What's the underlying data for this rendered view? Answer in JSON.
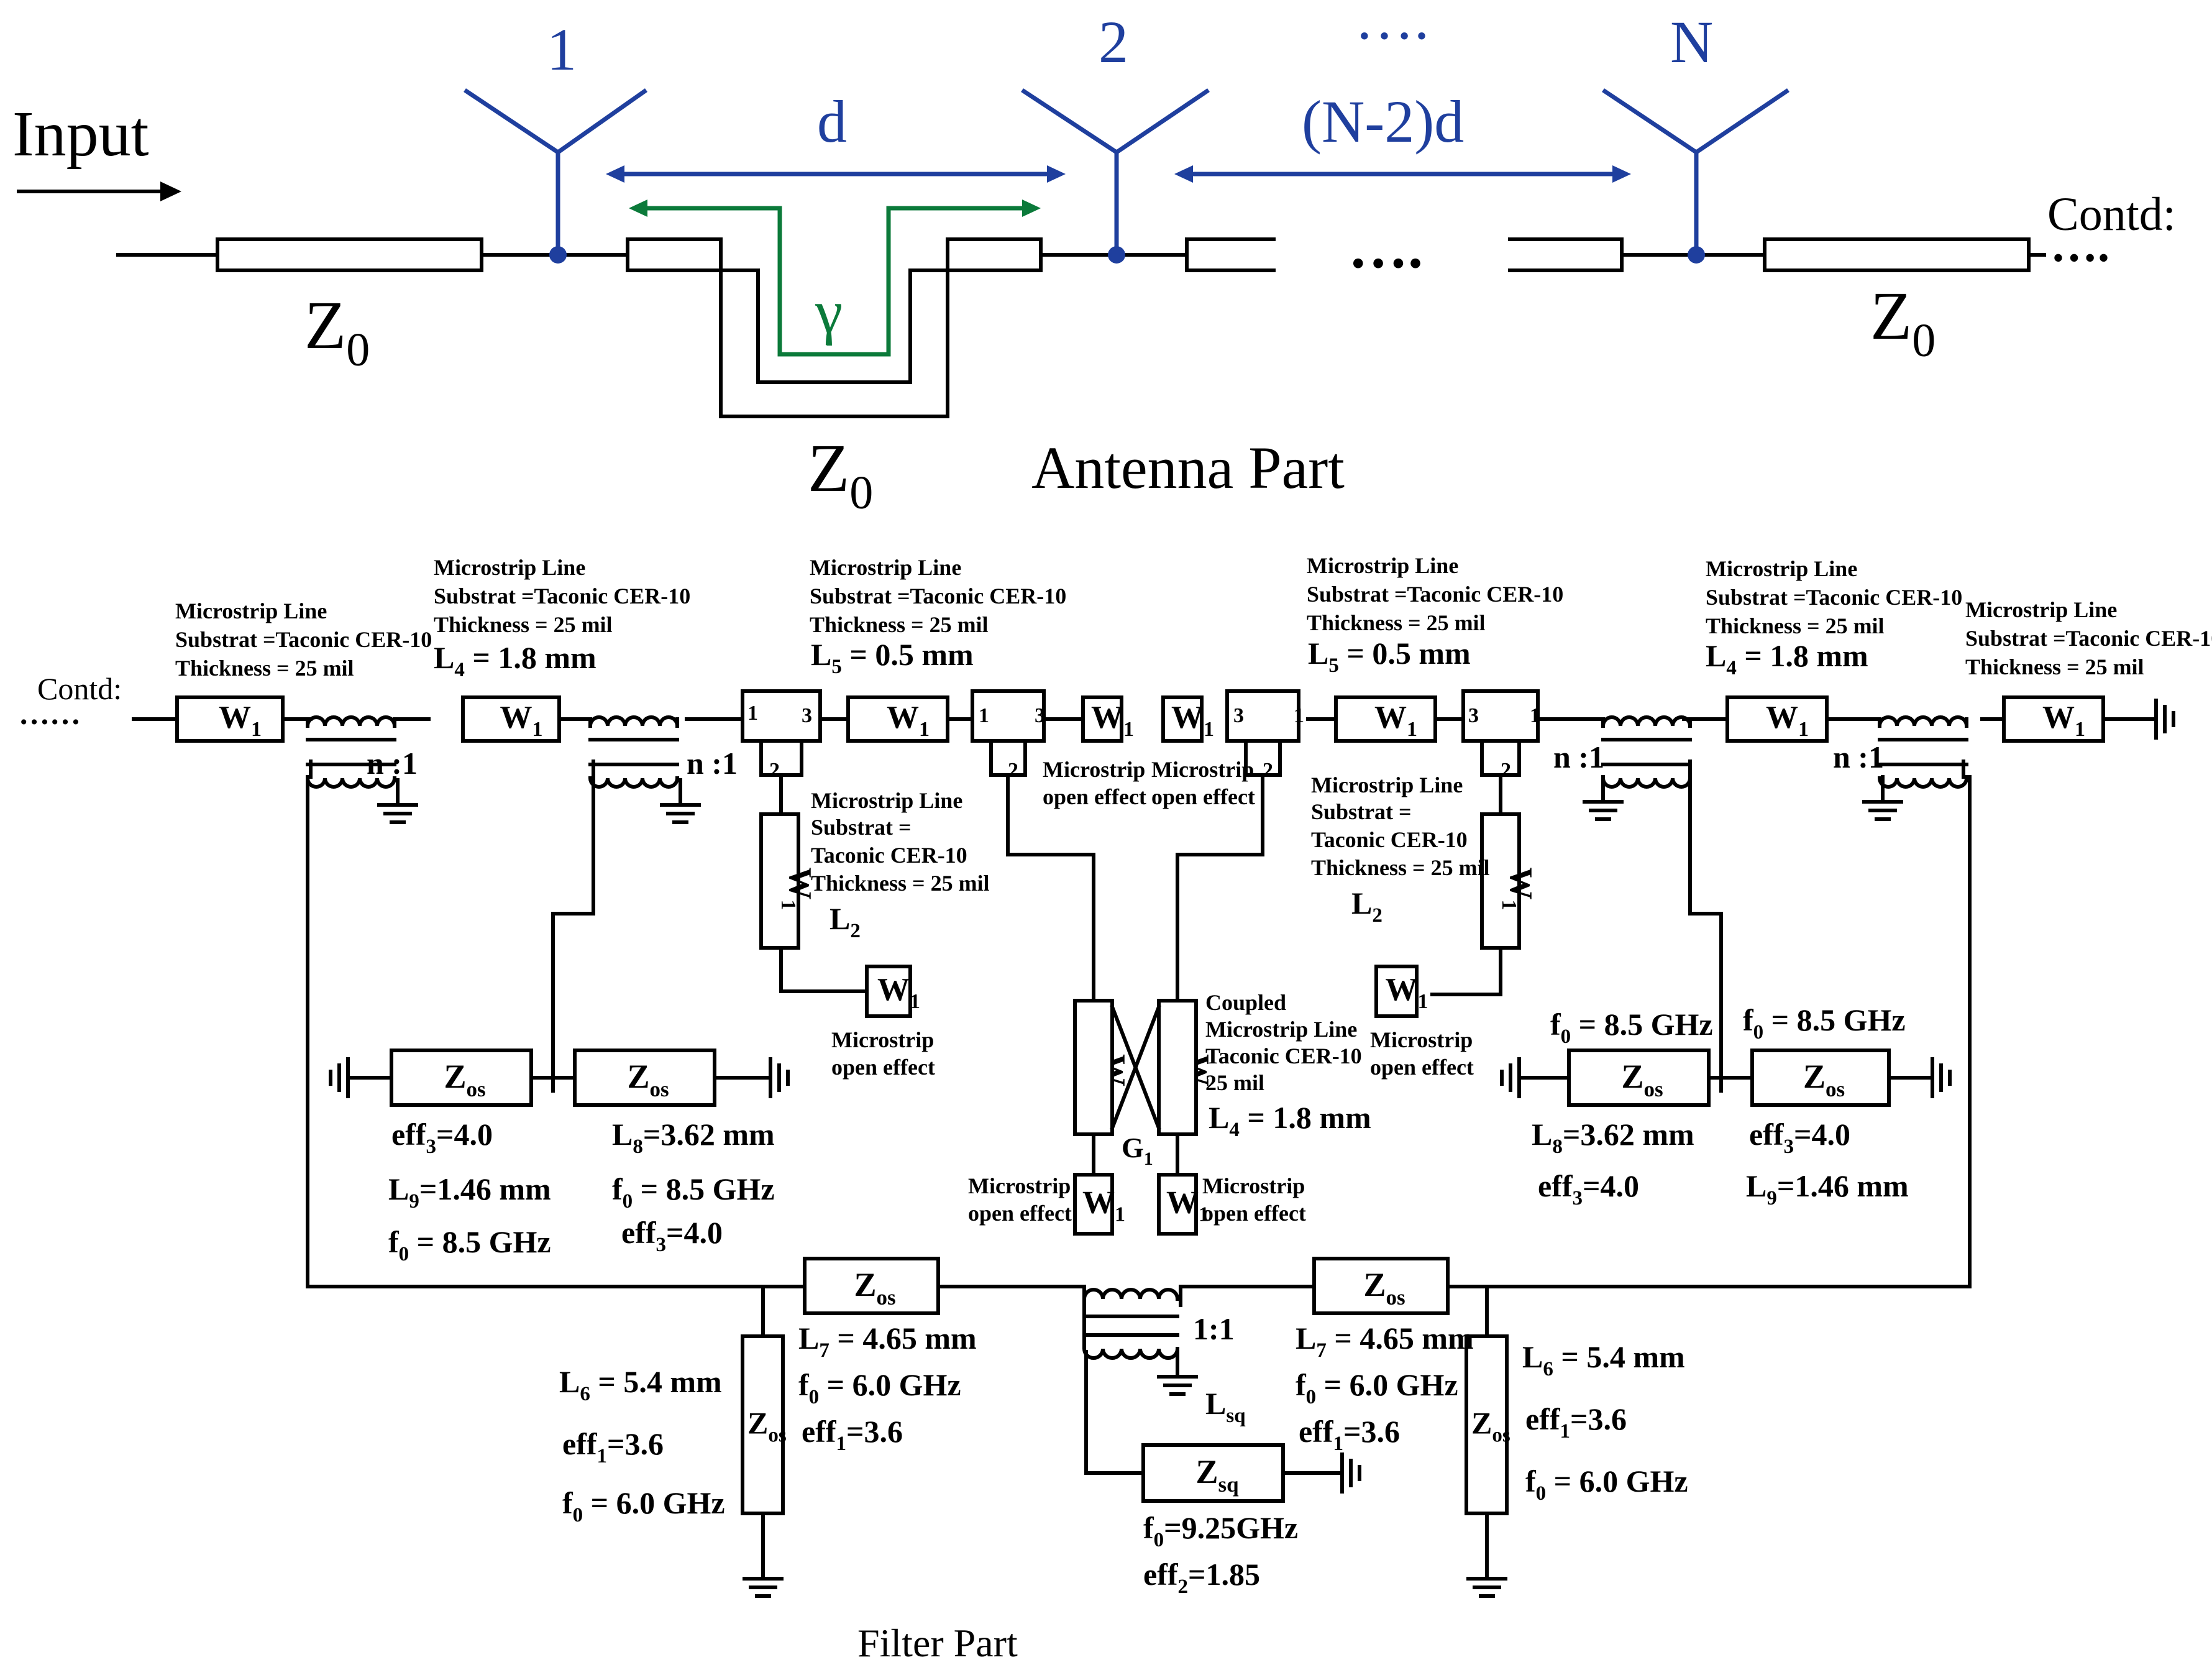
{
  "colors": {
    "line": "#000000",
    "antenna": "#1f3f9e",
    "gamma": "#0b7a3a"
  },
  "antenna_part": {
    "input_label": "Input",
    "antenna_labels": [
      "1",
      "2",
      "N"
    ],
    "ellipsis": "….",
    "spacing_d": "d",
    "spacing_n": "(N-2)d",
    "gamma": "γ",
    "z0": "Z",
    "z0_sub": "0",
    "dots": "….",
    "contd": "Contd:",
    "contd_dots": "….",
    "title": "Antenna Part"
  },
  "filter_part": {
    "title": "Filter Part",
    "contd": "Contd:",
    "contd_dots": "……",
    "ml_line1": "Microstrip Line",
    "ml_line2": "Substrat =Taconic CER-10",
    "ml_line3": "Thickness = 25 mil",
    "ml_sub_short": "Substrat =",
    "ml_taconic": "Taconic CER-10",
    "ml_thickness": "Thickness = 25 mil",
    "l4": "L",
    "l4_sub": "4",
    "l4_val": " = 1.8 mm",
    "l5_sub": "5",
    "l5_val": " = 0.5 mm",
    "l2_sub": "2",
    "w": "W",
    "w_sub": "1",
    "ratio": "n :1",
    "ratio11": "1:1",
    "open_1": "Microstrip",
    "open_2": "open effect",
    "coupled_1": "Coupled",
    "coupled_2": "Microstrip Line",
    "coupled_3": "Taconic CER-10",
    "coupled_4": "25 mil",
    "g": "G",
    "g_sub": "1",
    "zos": "Z",
    "zos_sub": "os",
    "zsq_sub": "sq",
    "lsq": "L",
    "lsq_sub": "sq",
    "eff": "eff",
    "eff3_sub": "3",
    "eff3_val": "=4.0",
    "eff1_sub": "1",
    "eff1_val": "=3.6",
    "eff2_sub": "2",
    "eff2_val": "=1.85",
    "l9_sub": "9",
    "l9_val": "=1.46 mm",
    "l8_sub": "8",
    "l8_val": "=3.62 mm",
    "l7_sub": "7",
    "l7_val": " = 4.65 mm",
    "l6_sub": "6",
    "l6_val": " = 5.4 mm",
    "f": "f",
    "f_sub": "0",
    "f85": " = 8.5 GHz",
    "f60": " = 6.0 GHz",
    "f925": "=9.25GHz",
    "port1": "1",
    "port2": "2",
    "port3": "3"
  }
}
